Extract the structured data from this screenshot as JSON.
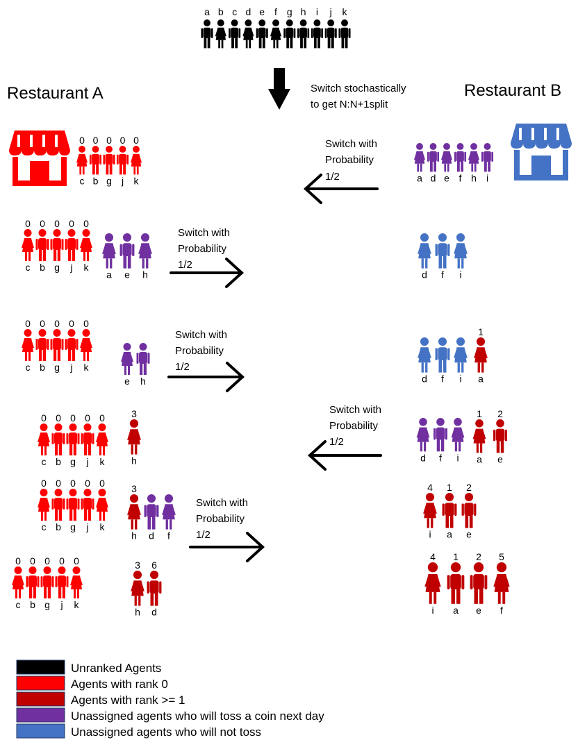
{
  "colors": {
    "unranked": "#000000",
    "rank0": "#ff0000",
    "rank1plus": "#c00000",
    "toss": "#7030a0",
    "notoss": "#4472c4"
  },
  "restaurant_a": {
    "label": "Restaurant A",
    "icon": "store-icon"
  },
  "restaurant_b": {
    "label": "Restaurant B",
    "icon": "store-icon"
  },
  "top_note": {
    "line1": "Switch stochastically",
    "line2": "to get N:N+1split"
  },
  "switch_note": {
    "line1": "Switch with",
    "line2": "Probability",
    "line3": "1/2"
  },
  "top_group": {
    "letters": [
      "a",
      "b",
      "c",
      "d",
      "e",
      "f",
      "g",
      "h",
      "i",
      "j",
      "k"
    ]
  },
  "groups": {
    "r0a": {
      "letters": [
        "c",
        "b",
        "g",
        "j",
        "k"
      ],
      "ranks": [
        "0",
        "0",
        "0",
        "0",
        "0"
      ]
    },
    "r0b": {
      "letters": [
        "a",
        "d",
        "e",
        "f",
        "h",
        "i"
      ]
    },
    "r1a": {
      "letters": [
        "c",
        "b",
        "g",
        "j",
        "k"
      ],
      "ranks": [
        "0",
        "0",
        "0",
        "0",
        "0"
      ]
    },
    "r1b": {
      "letters": [
        "a",
        "e",
        "h"
      ]
    },
    "r1c": {
      "letters": [
        "d",
        "f",
        "i"
      ]
    },
    "r2a": {
      "letters": [
        "c",
        "b",
        "g",
        "j",
        "k"
      ],
      "ranks": [
        "0",
        "0",
        "0",
        "0",
        "0"
      ]
    },
    "r2b": {
      "letters": [
        "e",
        "h"
      ]
    },
    "r2c": {
      "letters": [
        "d",
        "f",
        "i"
      ]
    },
    "r2d": {
      "letters": [
        "a"
      ],
      "ranks": [
        "1"
      ]
    },
    "r3a": {
      "letters": [
        "c",
        "b",
        "g",
        "j",
        "k"
      ],
      "ranks": [
        "0",
        "0",
        "0",
        "0",
        "0"
      ]
    },
    "r3b": {
      "letters": [
        "h"
      ],
      "ranks": [
        "3"
      ]
    },
    "r3c": {
      "letters": [
        "d",
        "f",
        "i"
      ]
    },
    "r3d": {
      "letters": [
        "a",
        "e"
      ],
      "ranks": [
        "1",
        "2"
      ]
    },
    "r4a": {
      "letters": [
        "c",
        "b",
        "g",
        "j",
        "k"
      ],
      "ranks": [
        "0",
        "0",
        "0",
        "0",
        "0"
      ]
    },
    "r4b": {
      "letters": [
        "h"
      ],
      "ranks": [
        "3"
      ]
    },
    "r4c": {
      "letters": [
        "d",
        "f"
      ]
    },
    "r4d": {
      "letters": [
        "i",
        "a",
        "e"
      ],
      "ranks": [
        "4",
        "1",
        "2"
      ]
    },
    "r5a": {
      "letters": [
        "c",
        "b",
        "g",
        "j",
        "k"
      ],
      "ranks": [
        "0",
        "0",
        "0",
        "0",
        "0"
      ]
    },
    "r5b": {
      "letters": [
        "h",
        "d"
      ],
      "ranks": [
        "3",
        "6"
      ]
    },
    "r5c": {
      "letters": [
        "i",
        "a",
        "e",
        "f"
      ],
      "ranks": [
        "4",
        "1",
        "2",
        "5"
      ]
    }
  },
  "legend": [
    {
      "label": "Unranked Agents",
      "color": "#000000"
    },
    {
      "label": "Agents with rank 0",
      "color": "#ff0000"
    },
    {
      "label": "Agents with rank >= 1",
      "color": "#c00000"
    },
    {
      "label": "Unassigned agents who will toss a coin next day",
      "color": "#7030a0"
    },
    {
      "label": "Unassigned agents who will not toss",
      "color": "#4472c4"
    }
  ]
}
